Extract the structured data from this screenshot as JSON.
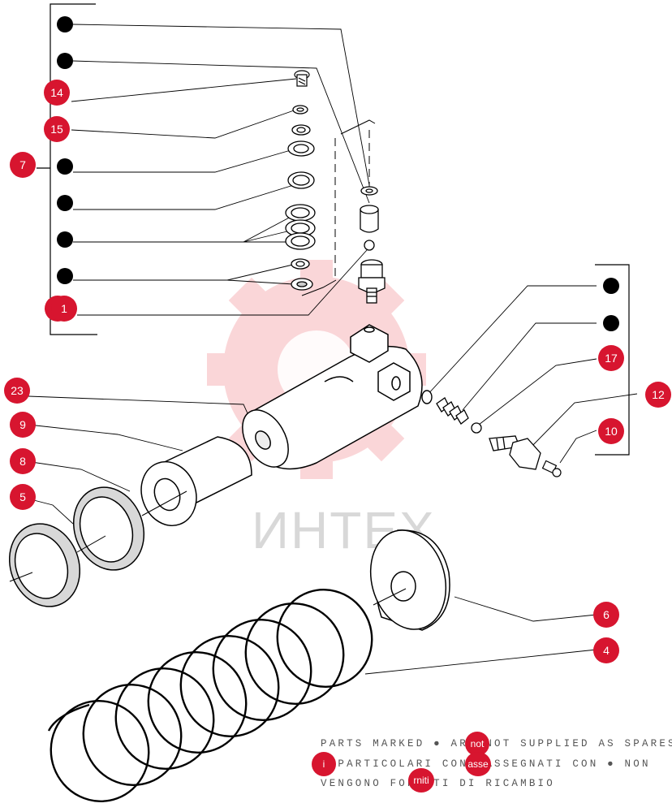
{
  "watermark": {
    "text": "ИНТЕХ",
    "color": "#e8202e"
  },
  "colors": {
    "callout": "#d7152f",
    "line": "#000000",
    "part_fill": "#ffffff",
    "shade": "#d8d8d8"
  },
  "callouts": {
    "c14": "14",
    "c15": "15",
    "c7": "7",
    "c1": "1",
    "c23": "23",
    "c9": "9",
    "c8": "8",
    "c5": "5",
    "c17": "17",
    "c12": "12",
    "c10": "10",
    "c6": "6",
    "c4": "4"
  },
  "note": {
    "line1": "PARTS MARKED ● ARE NOT SUPPLIED AS SPARES",
    "line2": "I PARTICOLARI CONTRASSEGNATI CON ● NON",
    "line3": "VENGONO FORNITI DI RICAMBIO",
    "overlay_mark_1": "not",
    "overlay_mark_2": "i",
    "overlay_mark_3": "asse",
    "overlay_mark_4": "rniti"
  }
}
